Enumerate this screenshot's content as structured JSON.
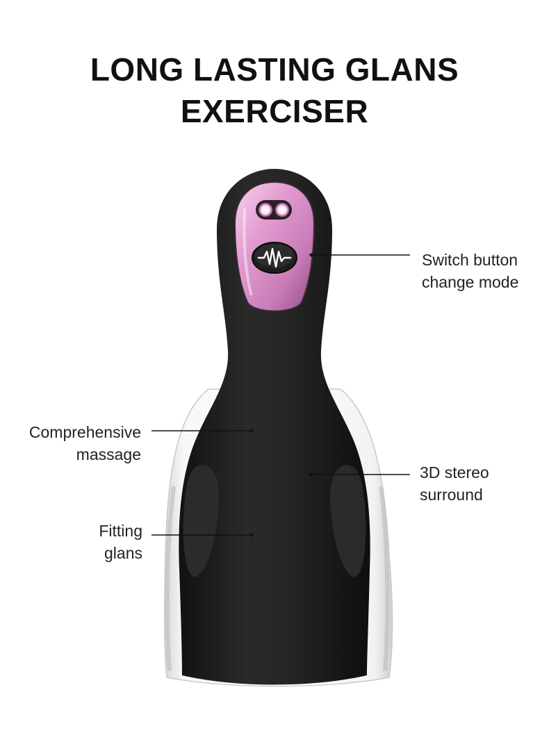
{
  "title": {
    "line1": "LONG LASTING GLANS",
    "line2": "EXERCISER"
  },
  "callouts": {
    "switch": {
      "line1": "Switch button",
      "line2": "change mode"
    },
    "massage": {
      "line1": "Comprehensive",
      "line2": "massage"
    },
    "stereo": {
      "line1": "3D stereo",
      "line2": "surround"
    },
    "fitting": {
      "line1": "Fitting",
      "line2": "glans"
    }
  },
  "colors": {
    "body": "#1c1c1c",
    "accent_pink": "#e9a8d6",
    "text": "#222222"
  },
  "icons": {
    "mode_button": "waveform-icon",
    "indicator": "dual-led-icon"
  }
}
